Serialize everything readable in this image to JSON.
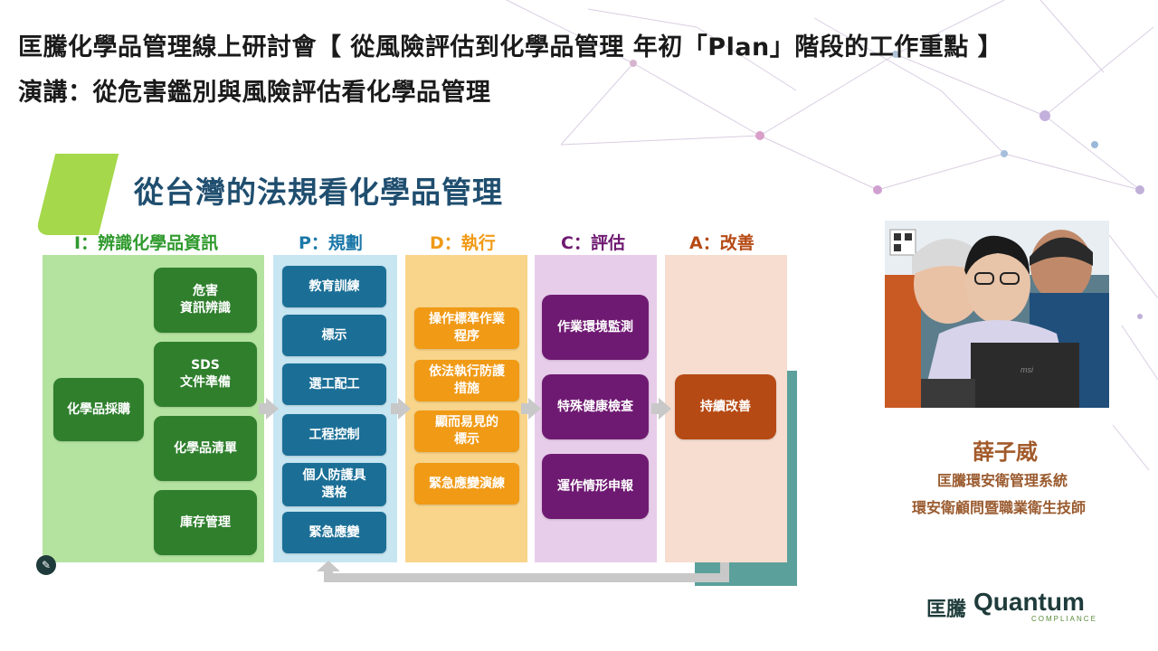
{
  "header": {
    "title": "匡騰化學品管理線上研討會【 從風險評估到化學品管理 年初「Plan」階段的工作重點 】",
    "subtitle": "演講：從危害鑑別與風險評估看化學品管理"
  },
  "slide": {
    "title": "從台灣的法規看化學品管理",
    "columns": [
      {
        "heading": "I：辨識化學品資訊",
        "color": "#2f9a2d",
        "bg": "#b4e3a0"
      },
      {
        "heading": "P：規劃",
        "color": "#1b78a8",
        "bg": "#c7e6f2"
      },
      {
        "heading": "D：執行",
        "color": "#f09a16",
        "bg": "#f8d58a"
      },
      {
        "heading": "C：評估",
        "color": "#6f1a72",
        "bg": "#e7cdea"
      },
      {
        "heading": "A：改善",
        "color": "#b64a14",
        "bg": "#f6ddd0"
      }
    ],
    "identify": {
      "left_box": "化學品採購",
      "right_boxes": [
        "危害\n資訊辨識",
        "SDS\n文件準備",
        "化學品清單",
        "庫存管理"
      ]
    },
    "plan": [
      "教育訓練",
      "標示",
      "選工配工",
      "工程控制",
      "個人防護具\n選格",
      "緊急應變"
    ],
    "do": [
      "操作標準作業\n程序",
      "依法執行防護\n措施",
      "顯而易見的\n標示",
      "緊急應變演練"
    ],
    "check": [
      "作業環境監測",
      "特殊健康檢查",
      "運作情形申報"
    ],
    "act": [
      "持續改善"
    ]
  },
  "speaker": {
    "name": "薛子威",
    "org_line1": "匡騰環安衛管理系統",
    "org_line2": "環安衛顧問暨職業衛生技師",
    "laptop_brand": "msi"
  },
  "logo": {
    "cn": "匡騰",
    "en": "Quantum",
    "sub": "COMPLIANCE"
  },
  "colors": {
    "title_blue": "#1f4e6f",
    "accent_green": "#a5d84b",
    "speaker_brown": "#a25a2a"
  }
}
